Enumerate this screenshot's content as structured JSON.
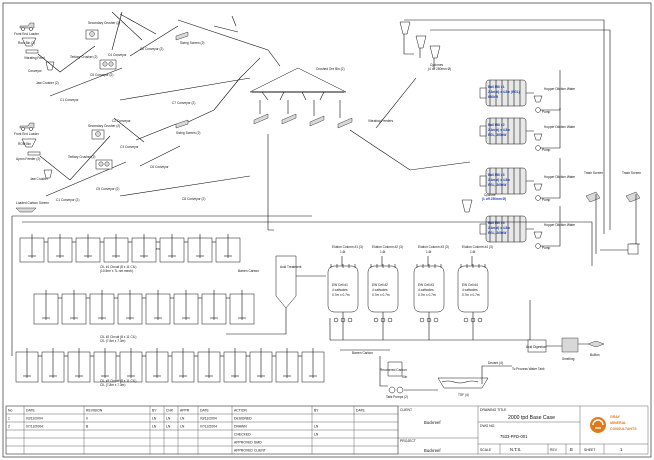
{
  "crushing_1": {
    "front_end_loader": "Front End Loader",
    "rom_bin": "Rom Bin (2)",
    "vibrating_feed": "Vibrating Feed",
    "conveyor": "Conveyor",
    "jaw_crusher": "Jaw Crusher (2)",
    "secondary_crusher": "Secondary Crusher (2)",
    "tertiary_crusher": "Tertiary Crusher (2)",
    "c4_conveyor": "C4 Conveyor",
    "c5_conveyor": "C5 Conveyor (2)",
    "c6_conveyor": "C6 Conveyor (2)",
    "sizing_screen": "Sizing Screen (2)",
    "c1_conveyor": "C1 Conveyor",
    "c7_conveyor": "C7 Conveyor (2)"
  },
  "crushing_2": {
    "front_end_loader": "Front End Loader",
    "rom_bin": "ROM Bin",
    "apron_feeder": "Apron Feeder (2)",
    "jaw_crusher": "Jaw Crusher",
    "secondary_crusher": "Secondary Crusher (2)",
    "tertiary_crusher": "Tertiary Crusher (2)",
    "c2_conveyor": "C2 Conveyor",
    "c3_conveyor": "C3 Conveyor",
    "c6_conveyor": "C6 Conveyor",
    "sizing_screen": "Sizing Screen (2)",
    "c1_conveyor": "C1 Conveyor (2)",
    "c5_conveyor": "C5 Conveyor (2)",
    "c8_conveyor": "C8 Conveyor (2)"
  },
  "ore_bin": {
    "label": "Crushed Ore Bin (2)",
    "feeders": "Vibrating Feeders"
  },
  "milling": {
    "cyclones": "Cyclones",
    "cyclones_sub": "(4 off 250mm Ø)",
    "mills": [
      {
        "name": "Ball Mill #1",
        "spec1": "2.4m(d) x 4.8m (EGL)",
        "spec2": "630kW"
      },
      {
        "name": "Ball Mill #2",
        "spec1": "2.4m(d) x 4.8m",
        "spec2": "EGL, 360kW"
      },
      {
        "name": "Ball Mill #3",
        "spec1": "2.4m(d) x 4.8m",
        "spec2": "EGL, 360kW"
      },
      {
        "name": "Ball Mill #4",
        "spec1": "2.4m(d) x 4.8m",
        "spec2": "EGL, 360kW"
      }
    ],
    "hopper": "Hopper Dilution Water",
    "pump": "Pump",
    "trash_screen": "Trash Screen",
    "cyclone_4": "Cyclone",
    "cyclone_4_sub": "(1 off 250mm Ø)"
  },
  "cil": {
    "loaded_carbon_screen": "Loaded Carbon Screen",
    "barren_carbon": "Barren Carbon",
    "circuit_1": "CIL #1 Circuit (8 x 11 CIL)",
    "circuit_1_sub": "(10.5m³ x 7L net mesh)",
    "circuit_2": "CIL #2 Circuit (8 x 11 CIL)",
    "circuit_2_sub": "CIL (7.8m x 7.3m)",
    "circuit_3": "CIL #3 Circuit (8 x 11 CIL)",
    "circuit_3_sub": "CIL (7.8m x 7.3m)",
    "acid_treatment": "Acid Treatment",
    "elution_columns": [
      {
        "name": "Elution Column #1 (3)",
        "size": "1.6t"
      },
      {
        "name": "Elution Column #2 (3)",
        "size": "1.6t"
      },
      {
        "name": "Elution Column #3 (3)",
        "size": "1.6t"
      },
      {
        "name": "Elution Column #4 (3)",
        "size": "1.6t"
      }
    ],
    "ew_cells": [
      {
        "name": "EW Cell #1",
        "spec": "4 cathodes",
        "size": "0.7m x 0.7m"
      },
      {
        "name": "EW Cell #2",
        "spec": "4 cathodes",
        "size": "0.7m x 0.7m"
      },
      {
        "name": "EW Cell #3",
        "spec": "4 cathodes",
        "size": "0.7m x 0.7m"
      },
      {
        "name": "EW Cell #4",
        "spec": "4 cathodes",
        "size": "0.7m x 0.7m"
      }
    ],
    "acid_digestion": "Acid Digestion",
    "smelting": "Smelting",
    "bullion": "Bullion",
    "regen_carbon": "Recovered Carbon",
    "regen_kiln": "Kiln",
    "tails_pumps": "Tails Pumps (2)",
    "tsf": "TSF (4)",
    "decant": "Decant (4)",
    "to_process_water": "To Process Water Tank"
  },
  "titleblock": {
    "headers": [
      "No",
      "DATE",
      "REVISION",
      "BY",
      "CHK",
      "APPR",
      "DATE",
      "ACTION",
      "BY",
      "DATE"
    ],
    "rows": [
      [
        "1",
        "03/11/2004",
        "0",
        "LN",
        "LN",
        "LN",
        "03/11/2004",
        "DESIGNED",
        "",
        ""
      ],
      [
        "2",
        "07/12/2004",
        "B",
        "LN",
        "LN",
        "LN",
        "07/12/2004",
        "DRAWN",
        "LN",
        ""
      ],
      [
        "",
        "",
        "",
        "",
        "",
        "",
        "",
        "CHECKED",
        "LN",
        ""
      ],
      [
        "",
        "",
        "",
        "",
        "",
        "",
        "",
        "APPROVED GMD",
        "",
        ""
      ],
      [
        "",
        "",
        "",
        "",
        "",
        "",
        "",
        "APPROVED CLIENT",
        "",
        ""
      ]
    ],
    "client_label": "CLIENT",
    "client_value": "Buckreef",
    "project_label": "PROJECT",
    "project_value": "Buckreef",
    "drawing_title_label": "DRAWING TITLE",
    "drawing_title": "2000 tpd Base Case",
    "dwg_no_label": "DWG NO.",
    "dwg_no": "7533-PFD-001",
    "scale_label": "SCALE",
    "scale": "N.T.S.",
    "rev_label": "REV",
    "rev": "B",
    "sheet_label": "SHEET",
    "sheet": "1",
    "logo_line1": "GRAY",
    "logo_line2": "MINERAL",
    "logo_line3": "CONSULTANTS"
  }
}
